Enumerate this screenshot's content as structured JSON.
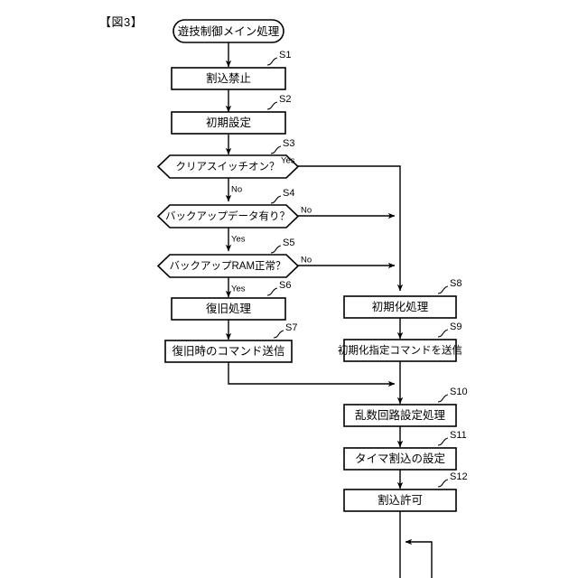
{
  "figure": {
    "label": "【図3】",
    "title": "遊技制御メイン処理"
  },
  "nodes": {
    "start": {
      "text": "遊技制御メイン処理",
      "shape": "rounded-terminator"
    },
    "s1": {
      "step": "S1",
      "text": "割込禁止",
      "shape": "process"
    },
    "s2": {
      "step": "S2",
      "text": "初期設定",
      "shape": "process"
    },
    "s3": {
      "step": "S3",
      "text": "クリアスイッチオン？",
      "shape": "decision"
    },
    "s4": {
      "step": "S4",
      "text": "バックアップデータ有り？",
      "shape": "decision"
    },
    "s5": {
      "step": "S5",
      "text": "バックアップRAM正常？",
      "shape": "decision"
    },
    "s6": {
      "step": "S6",
      "text": "復旧処理",
      "shape": "process"
    },
    "s7": {
      "step": "S7",
      "text": "復旧時のコマンド送信",
      "shape": "process"
    },
    "s8": {
      "step": "S8",
      "text": "初期化処理",
      "shape": "process"
    },
    "s9": {
      "step": "S9",
      "text": "初期化指定コマンドを送信",
      "shape": "process"
    },
    "s10": {
      "step": "S10",
      "text": "乱数回路設定処理",
      "shape": "process"
    },
    "s11": {
      "step": "S11",
      "text": "タイマ割込の設定",
      "shape": "process"
    },
    "s12": {
      "step": "S12",
      "text": "割込許可",
      "shape": "process"
    }
  },
  "branch_labels": {
    "s3_yes": "Yes",
    "s3_no": "No",
    "s4_no": "No",
    "s4_yes": "Yes",
    "s5_no": "No",
    "s5_yes": "Yes"
  },
  "colors": {
    "stroke": "#000000",
    "fill": "#ffffff",
    "background": "#ffffff"
  }
}
